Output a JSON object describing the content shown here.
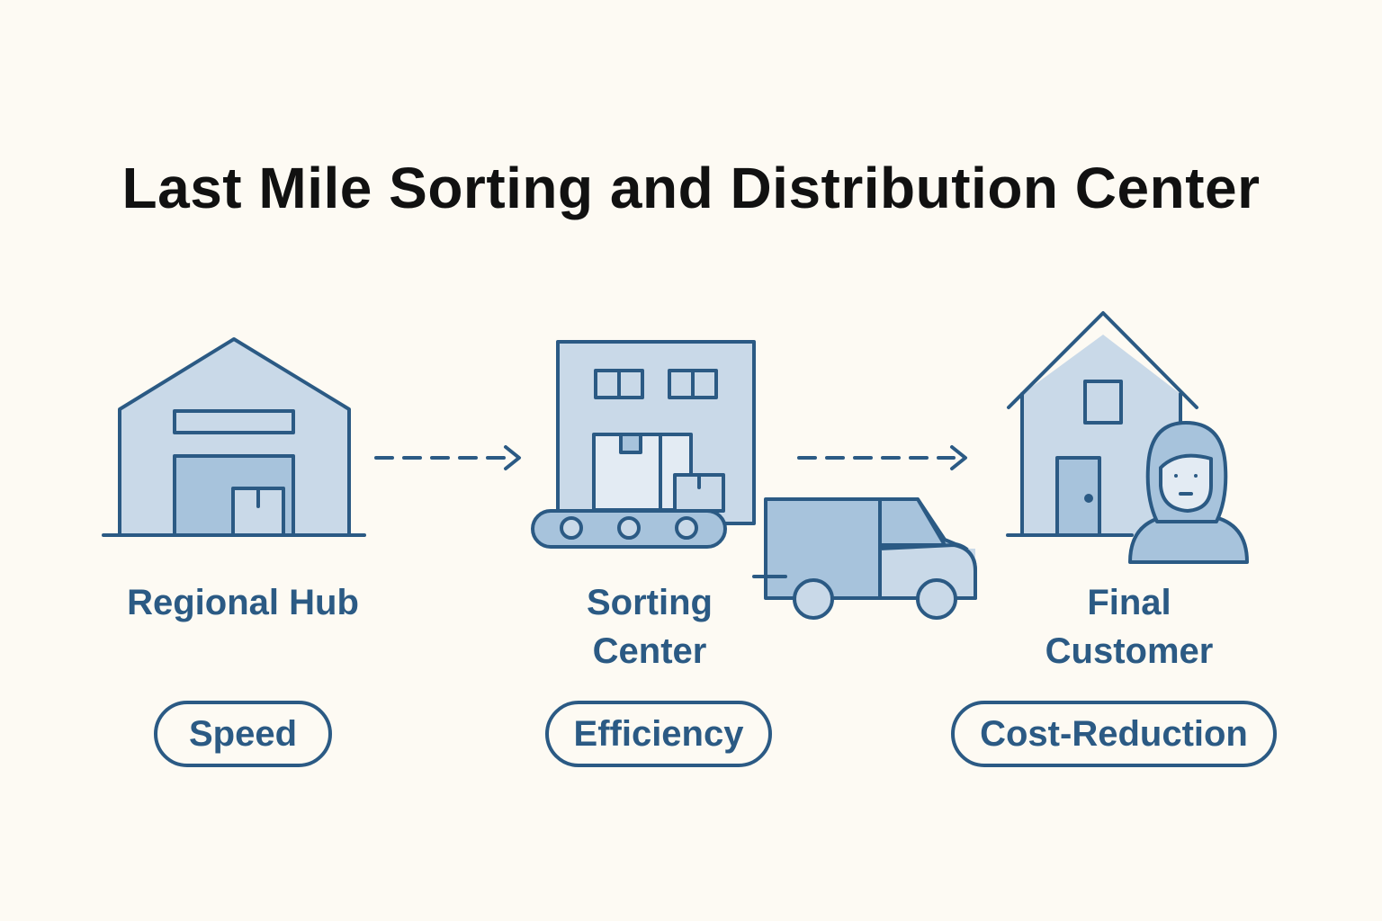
{
  "title": "Last Mile Sorting and Distribution Center",
  "colors": {
    "stroke": "#2b5a84",
    "fill_light": "#c9d9e8",
    "fill_mid": "#a7c3dc",
    "background": "#fdfaf3"
  },
  "stages": [
    {
      "label": "Regional Hub",
      "icon": "warehouse-icon"
    },
    {
      "label_line1": "Sorting",
      "label_line2": "Center",
      "icon": "sorting-facility-icon"
    },
    {
      "label_line1": "Final",
      "label_line2": "Customer",
      "icon": "house-with-person-icon"
    }
  ],
  "benefits": [
    "Speed",
    "Efficiency",
    "Cost-Reduction"
  ],
  "vehicle_icon": "delivery-van-icon"
}
